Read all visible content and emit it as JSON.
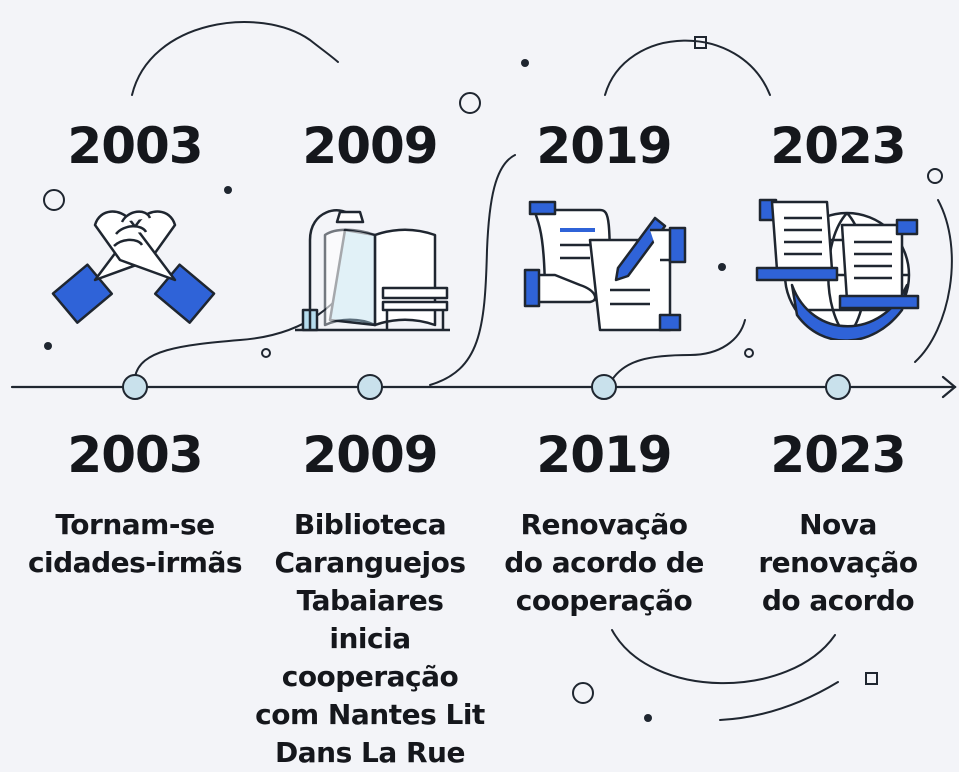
{
  "timeline": {
    "events": [
      {
        "year": "2003",
        "label_lines": [
          "Tornam-se",
          "cidades-irmãs"
        ],
        "icon": "handshake-icon"
      },
      {
        "year": "2009",
        "label_lines": [
          "Biblioteca",
          "Caranguejos",
          "Tabaiares",
          "inicia",
          "cooperação",
          "com Nantes Lit",
          "Dans La Rue"
        ],
        "icon": "open-book-icon"
      },
      {
        "year": "2019",
        "label_lines": [
          "Renovação",
          "do acordo de",
          "cooperação"
        ],
        "icon": "signing-document-icon"
      },
      {
        "year": "2023",
        "label_lines": [
          "Nova",
          "renovação",
          "do acordo"
        ],
        "icon": "globe-documents-icon"
      }
    ]
  },
  "colors": {
    "background": "#f3f4f8",
    "text": "#15171c",
    "accent_blue": "#2f63d8",
    "light_blue": "#b6dced",
    "node_fill": "#c9e1ec",
    "line": "#1f2630"
  }
}
